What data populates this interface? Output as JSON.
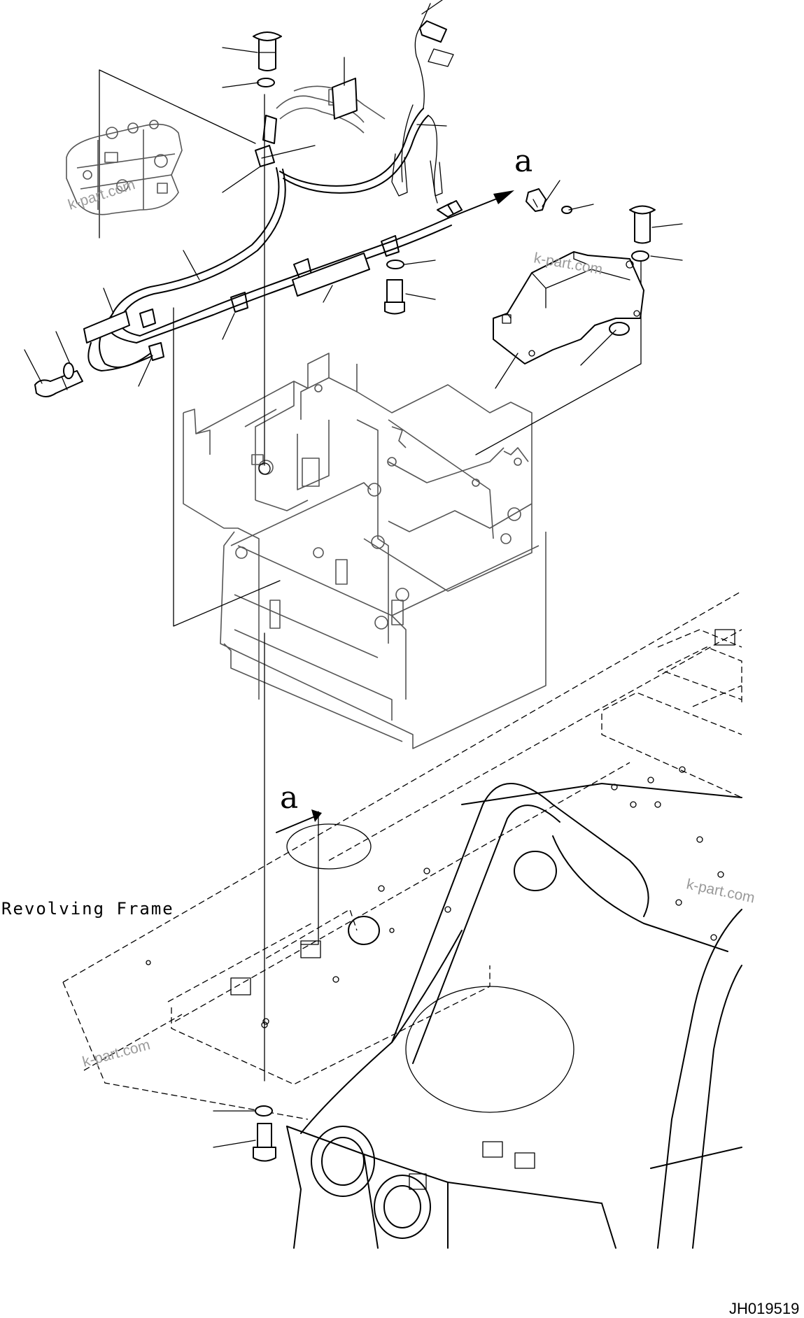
{
  "diagram": {
    "frame_label": "Revolving Frame",
    "view_arrow_top": "a",
    "view_arrow_bottom": "a",
    "drawing_code": "JH019519",
    "watermarks": [
      "k-part.com",
      "k-part.com",
      "k-part.com",
      "k-part.com"
    ]
  }
}
